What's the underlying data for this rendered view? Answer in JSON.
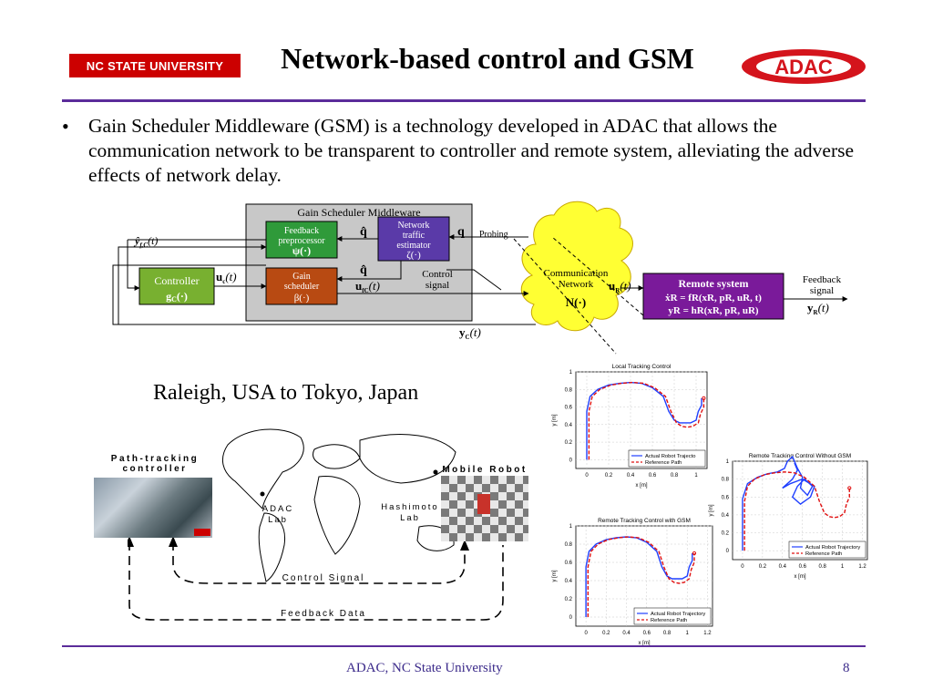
{
  "header": {
    "university": "NC STATE  UNIVERSITY",
    "title": "Network-based control and GSM",
    "logo_text": "ADAC"
  },
  "bullet": {
    "symbol": "•",
    "text": "Gain Scheduler Middleware (GSM) is a technology developed in ADAC that allows the communication network to be transparent to controller and remote system, alleviating the adverse effects of network delay."
  },
  "diagram": {
    "gsm_title": "Gain Scheduler Middleware",
    "feedback_pre": [
      "Feedback",
      "preprocessor"
    ],
    "feedback_pre_sym": "ψ(·)",
    "net_est": [
      "Network",
      "traffic",
      "estimator"
    ],
    "net_est_sym": "ζ(·)",
    "gain_sched": [
      "Gain",
      "scheduler"
    ],
    "gain_sched_sym": "β(·)",
    "controller": "Controller",
    "controller_sym": "g",
    "controller_sym_sub": "C",
    "controller_sym_tail": "(·)",
    "q_hat": "q̂",
    "q": "q",
    "probing": "Probing",
    "control_signal": [
      "Control",
      "signal"
    ],
    "comm_net": [
      "Communication",
      "Network"
    ],
    "comm_net_sym": "N(·)",
    "remote_system": "Remote system",
    "remote_eq1": "ẋR = fR(xR, pR, uR, t)",
    "remote_eq2": "yR = hR(xR, pR, uR)",
    "feedback_signal": [
      "Feedback",
      "signal"
    ],
    "y_fc": "ŷ",
    "y_fc_sub": "f,C",
    "y_c": "y",
    "y_c_sub": "C",
    "y_r": "y",
    "y_r_sub": "R",
    "u_c": "u",
    "u_c_sub": "c",
    "u_fc": "u",
    "u_fc_sub": "fC",
    "u_r": "u",
    "u_r_sub": "R",
    "time_arg": "(t)"
  },
  "map": {
    "caption": "Raleigh, USA to Tokyo, Japan",
    "path_tracking": [
      "Path-tracking",
      "controller"
    ],
    "mobile_robot": "Mobile Robot",
    "adac_lab": [
      "ADAC",
      "Lab"
    ],
    "hashimoto_lab": [
      "Hashimoto",
      "Lab"
    ],
    "control_signal": "Control Signal",
    "feedback_data": "Feedback Data"
  },
  "chart_data": [
    {
      "type": "line",
      "title": "Local Tracking Control",
      "xlabel": "x [m]",
      "ylabel": "y [m]",
      "xlim": [
        -0.1,
        1.1
      ],
      "ylim": [
        -0.1,
        1.0
      ],
      "xticks": [
        0,
        0.2,
        0.4,
        0.6,
        0.8,
        1
      ],
      "yticks": [
        0,
        0.2,
        0.4,
        0.6,
        0.8,
        1
      ],
      "grid": true,
      "legend": "bottom-right",
      "series": [
        {
          "name": "Actual Robot Trajecto",
          "color": "#1f3fff",
          "style": "solid",
          "x": [
            0.0,
            0.0,
            0.03,
            0.1,
            0.2,
            0.3,
            0.4,
            0.5,
            0.6,
            0.7,
            0.75,
            0.8,
            0.85,
            0.9,
            0.95,
            1.0,
            1.02,
            1.05,
            1.05
          ],
          "y": [
            0.0,
            0.55,
            0.72,
            0.8,
            0.85,
            0.87,
            0.88,
            0.87,
            0.82,
            0.72,
            0.55,
            0.45,
            0.42,
            0.42,
            0.42,
            0.45,
            0.55,
            0.62,
            0.7
          ]
        },
        {
          "name": "Reference Path",
          "color": "#e01010",
          "style": "dashed",
          "x": [
            0.02,
            0.02,
            0.05,
            0.12,
            0.22,
            0.32,
            0.42,
            0.52,
            0.62,
            0.72,
            0.77,
            0.82,
            0.87,
            0.92,
            0.97,
            1.02,
            1.04,
            1.07,
            1.07
          ],
          "y": [
            0.0,
            0.55,
            0.72,
            0.8,
            0.85,
            0.87,
            0.88,
            0.87,
            0.82,
            0.72,
            0.55,
            0.42,
            0.38,
            0.37,
            0.38,
            0.42,
            0.52,
            0.6,
            0.7
          ]
        }
      ]
    },
    {
      "type": "line",
      "title": "Remote Tracking Control with GSM",
      "xlabel": "x [m]",
      "ylabel": "y [m]",
      "xlim": [
        -0.1,
        1.25
      ],
      "ylim": [
        -0.1,
        1.0
      ],
      "xticks": [
        0,
        0.2,
        0.4,
        0.6,
        0.8,
        1,
        1.2
      ],
      "yticks": [
        0,
        0.2,
        0.4,
        0.6,
        0.8,
        1
      ],
      "grid": true,
      "legend": "bottom-right",
      "series": [
        {
          "name": "Actual Robot Trajectory",
          "color": "#1f3fff",
          "style": "solid",
          "x": [
            0.0,
            0.0,
            0.03,
            0.1,
            0.2,
            0.3,
            0.4,
            0.5,
            0.6,
            0.7,
            0.75,
            0.8,
            0.85,
            0.9,
            0.95,
            1.0,
            1.02,
            1.05,
            1.05
          ],
          "y": [
            0.0,
            0.55,
            0.72,
            0.8,
            0.85,
            0.87,
            0.88,
            0.87,
            0.82,
            0.72,
            0.55,
            0.45,
            0.42,
            0.42,
            0.42,
            0.45,
            0.55,
            0.62,
            0.7
          ]
        },
        {
          "name": "Reference Path",
          "color": "#e01010",
          "style": "dashed",
          "x": [
            0.02,
            0.02,
            0.05,
            0.12,
            0.22,
            0.32,
            0.42,
            0.52,
            0.62,
            0.72,
            0.77,
            0.82,
            0.87,
            0.92,
            0.97,
            1.02,
            1.04,
            1.07,
            1.07
          ],
          "y": [
            0.0,
            0.55,
            0.72,
            0.8,
            0.85,
            0.87,
            0.88,
            0.87,
            0.82,
            0.72,
            0.55,
            0.42,
            0.38,
            0.37,
            0.38,
            0.42,
            0.52,
            0.6,
            0.7
          ]
        }
      ]
    },
    {
      "type": "line",
      "title": "Remote Tracking Control Without GSM",
      "xlabel": "x [m]",
      "ylabel": "y [m]",
      "xlim": [
        -0.1,
        1.25
      ],
      "ylim": [
        -0.1,
        1.0
      ],
      "xticks": [
        0,
        0.2,
        0.4,
        0.6,
        0.8,
        1,
        1.2
      ],
      "yticks": [
        0,
        0.2,
        0.4,
        0.6,
        0.8,
        1
      ],
      "grid": true,
      "legend": "bottom-right",
      "series": [
        {
          "name": "Actual Robot Trajectory",
          "color": "#1f3fff",
          "style": "solid",
          "x": [
            0.0,
            0.0,
            0.05,
            0.15,
            0.25,
            0.35,
            0.42,
            0.45,
            0.5,
            0.55,
            0.6,
            0.58,
            0.65,
            0.7,
            0.62,
            0.55,
            0.5,
            0.58,
            0.68,
            0.72,
            0.6,
            0.48,
            0.4,
            0.5,
            0.55,
            0.52
          ],
          "y": [
            0.0,
            0.58,
            0.75,
            0.82,
            0.86,
            0.88,
            0.92,
            1.0,
            1.05,
            0.92,
            0.82,
            0.7,
            0.62,
            0.72,
            0.8,
            0.72,
            0.6,
            0.52,
            0.6,
            0.72,
            0.8,
            0.75,
            0.7,
            0.8,
            0.9,
            0.98
          ]
        },
        {
          "name": "Reference Path",
          "color": "#e01010",
          "style": "dashed",
          "x": [
            0.02,
            0.02,
            0.05,
            0.12,
            0.22,
            0.32,
            0.42,
            0.52,
            0.62,
            0.72,
            0.77,
            0.82,
            0.87,
            0.92,
            0.97,
            1.02,
            1.04,
            1.07,
            1.07
          ],
          "y": [
            0.0,
            0.55,
            0.72,
            0.8,
            0.85,
            0.87,
            0.88,
            0.87,
            0.82,
            0.72,
            0.55,
            0.42,
            0.38,
            0.37,
            0.38,
            0.42,
            0.52,
            0.6,
            0.7
          ]
        }
      ]
    }
  ],
  "footer": {
    "text": "ADAC, NC State University",
    "page": "8"
  }
}
